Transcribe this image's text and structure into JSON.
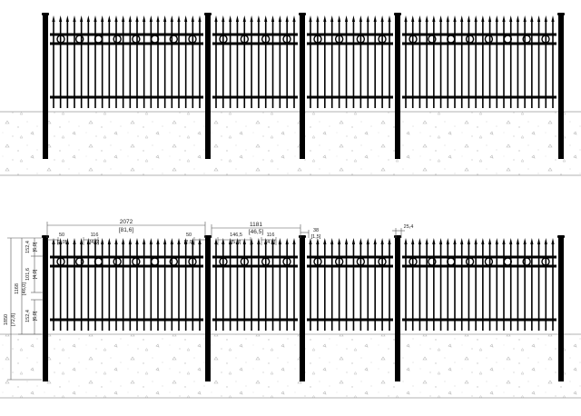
{
  "drawing": {
    "colors": {
      "fence": "#000000",
      "ground_line": "#9a9a9a",
      "ground_speckle": "#b8b8b8",
      "dim": "#555555"
    },
    "fence_panels": [
      {
        "name": "panel-1",
        "pickets": 22,
        "circles": 8
      },
      {
        "name": "panel-2",
        "pickets": 12,
        "circles": 4
      },
      {
        "name": "panel-3",
        "pickets": 12,
        "circles": 4
      },
      {
        "name": "panel-4",
        "pickets": 22,
        "circles": 8
      }
    ],
    "dimensions": {
      "panel_width": "2072",
      "panel_width_in": "[81,6]",
      "end_gap": "50",
      "end_gap_in": "[2,0]",
      "end_gap_right": "50",
      "end_gap_right_in": "[2,0]",
      "picket_gap": "116",
      "picket_gap_in": "[4,6]",
      "short_panel_width": "1181",
      "short_panel_width_in": "[46,5]",
      "circle_spacing": "146,5",
      "circle_spacing_in": "[5,8]",
      "picket_gap_2": "116",
      "picket_gap_2_in": "[4,6]",
      "post_clearance": "38",
      "post_clearance_in": "[1,5]",
      "post_size": "25,4",
      "top_height": "152,4",
      "top_height_in": "[6,0]",
      "ring_band": "101,6",
      "ring_band_in": "[4,0]",
      "bottom_height": "152,4",
      "bottom_height_in": "[6,0]",
      "panel_height": "1168",
      "panel_height_in": "[46,0]",
      "total_height": "1850",
      "total_height_in": "[72,8]"
    }
  }
}
